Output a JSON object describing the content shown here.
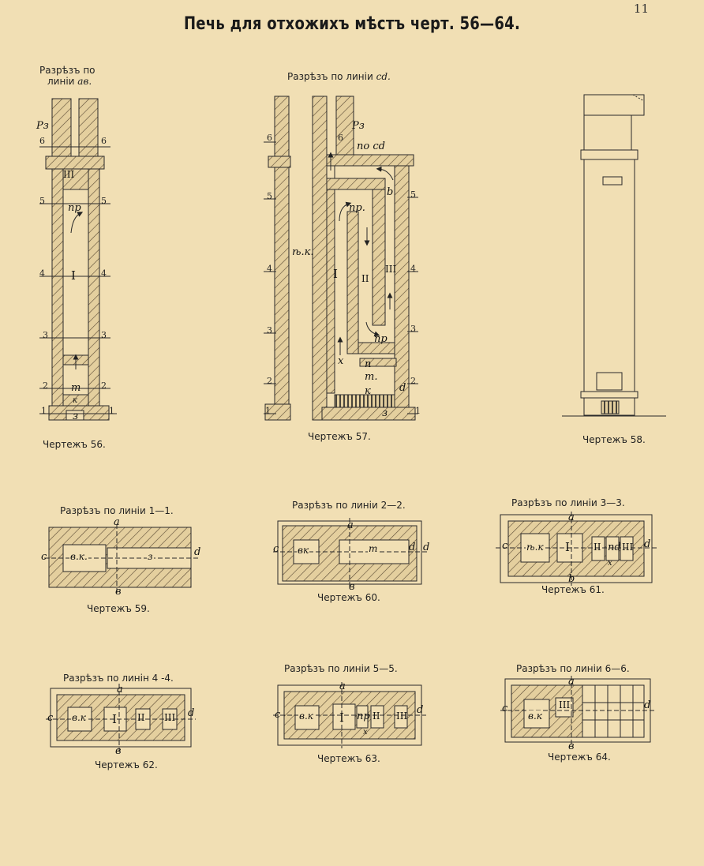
{
  "page": {
    "number": "11",
    "title": "Печь для отхожихъ мѣстъ черт. 56—64."
  },
  "captions": {
    "f56": "Чертежъ 56.",
    "f57": "Чертежъ 57.",
    "f58": "Чертежъ 58.",
    "f59": "Чертежъ 59.",
    "f60": "Чертежъ 60.",
    "f61": "Чертежъ 61.",
    "f62": "Чертежъ 62.",
    "f63": "Чертежъ 63.",
    "f64": "Чертежъ 64."
  },
  "sections": {
    "f56_line1": "Разрѣзъ по",
    "f56_line2": "линіи",
    "f56_code": "ав.",
    "f57_prefix": "Разрѣзъ по линіи",
    "f57_code": "сd.",
    "f59": "Разрѣзъ по линіи 1—1.",
    "f60": "Разрѣзъ по линіи 2—2.",
    "f61": "Разрѣзъ по линіи 3—3.",
    "f62": "Разрѣзъ по линін 4 -4.",
    "f63": "Разрѣзъ по линіи 5—5.",
    "f64": "Разрѣзъ по линіи 6—6."
  },
  "levels": [
    "1",
    "2",
    "3",
    "4",
    "5",
    "6"
  ],
  "marks": {
    "rz": "Рз",
    "np": "пр",
    "np_dot": "пр.",
    "m": "т",
    "m_dot": "т.",
    "z": "з",
    "k": "к",
    "vk": "ѣ.к.",
    "vk_box": "в.к.",
    "vk_box2": "вк",
    "vk_box3": "ѣ.к",
    "vk_box4": "в.к",
    "nocd": "по сd",
    "b": "b",
    "d": "d",
    "x": "х",
    "n": "п",
    "nd": "пd",
    "a": "а",
    "c": "с",
    "v": "в",
    "r1": "I",
    "r2": "II",
    "r3": "III"
  }
}
